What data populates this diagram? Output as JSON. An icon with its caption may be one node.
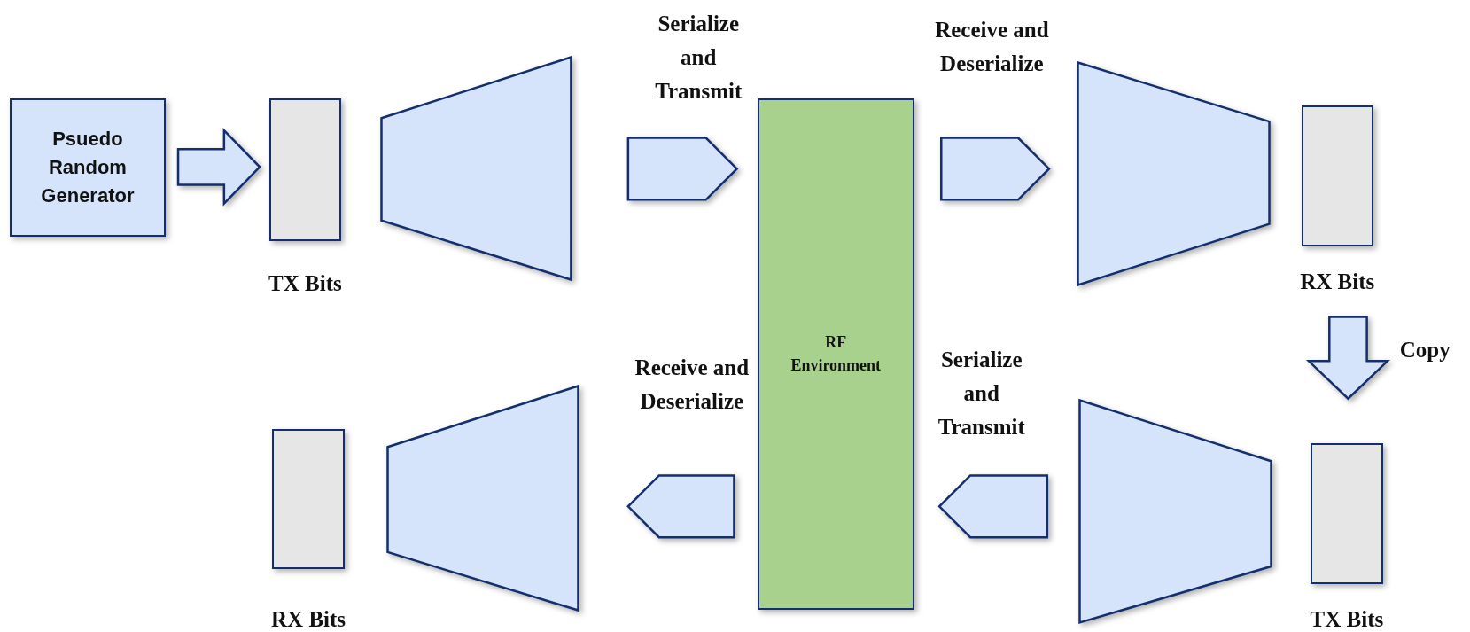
{
  "diagram": {
    "nodes": [
      {
        "text": [
          "Psuedo Random Generator"
        ]
      },
      {
        "text": [
          "TX Bits"
        ]
      },
      {
        "text": [],
        "shape": "trapezoid"
      },
      {
        "text": [
          "RF Environment"
        ]
      },
      {
        "text": [],
        "shape": "trapezoid"
      },
      {
        "text": [
          "RX Bits"
        ]
      },
      {
        "text": [
          "TX Bits"
        ]
      },
      {
        "text": [],
        "shape": "trapezoid"
      },
      {
        "text": [],
        "shape": "trapezoid"
      },
      {
        "text": [
          "RX Bits"
        ]
      }
    ],
    "edges": [
      {
        "from": 0,
        "to": 1,
        "arrow": "to"
      },
      {
        "from": 2,
        "to": 3,
        "arrow": "to",
        "label": "Serialize and Transmit"
      },
      {
        "from": 3,
        "to": 4,
        "arrow": "to",
        "label": "Receive and Deserialize"
      },
      {
        "from": 5,
        "to": 6,
        "arrow": "to",
        "label": "Copy"
      },
      {
        "from": 7,
        "to": 3,
        "arrow": "to",
        "label": "Serialize and Transmit"
      },
      {
        "from": 3,
        "to": 8,
        "arrow": "to",
        "label": "Receive and Deserialize"
      }
    ]
  }
}
